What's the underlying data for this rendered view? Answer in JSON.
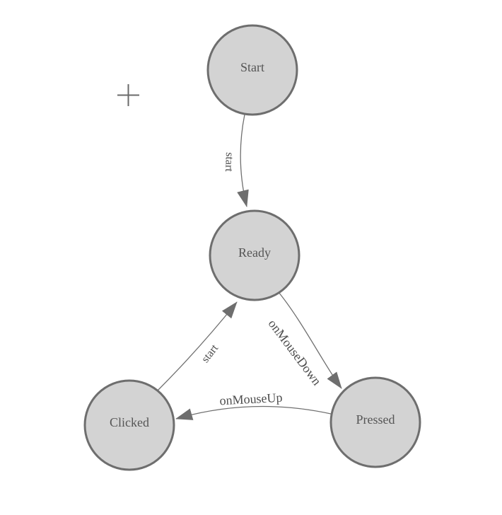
{
  "canvas": {
    "background": "#ffffff"
  },
  "colors": {
    "node_fill": "#d3d3d3",
    "node_border": "#6e6e6e",
    "edge_line": "#707070",
    "arrowhead_fill": "#6e6e6e",
    "node_label_text": "#555555",
    "edge_label_text": "#4d4d4d",
    "crosshair": "#6a6a6a"
  },
  "diagram": {
    "type": "state-machine",
    "nodes": [
      {
        "id": "start",
        "label": "Start"
      },
      {
        "id": "ready",
        "label": "Ready"
      },
      {
        "id": "clicked",
        "label": "Clicked"
      },
      {
        "id": "pressed",
        "label": "Pressed"
      }
    ],
    "edges": [
      {
        "from": "Start",
        "to": "Ready",
        "label": "start"
      },
      {
        "from": "Clicked",
        "to": "Ready",
        "label": "start"
      },
      {
        "from": "Ready",
        "to": "Pressed",
        "label": "onMouseDown"
      },
      {
        "from": "Pressed",
        "to": "Clicked",
        "label": "onMouseUp"
      }
    ]
  },
  "cursor": {
    "type": "crosshair"
  }
}
